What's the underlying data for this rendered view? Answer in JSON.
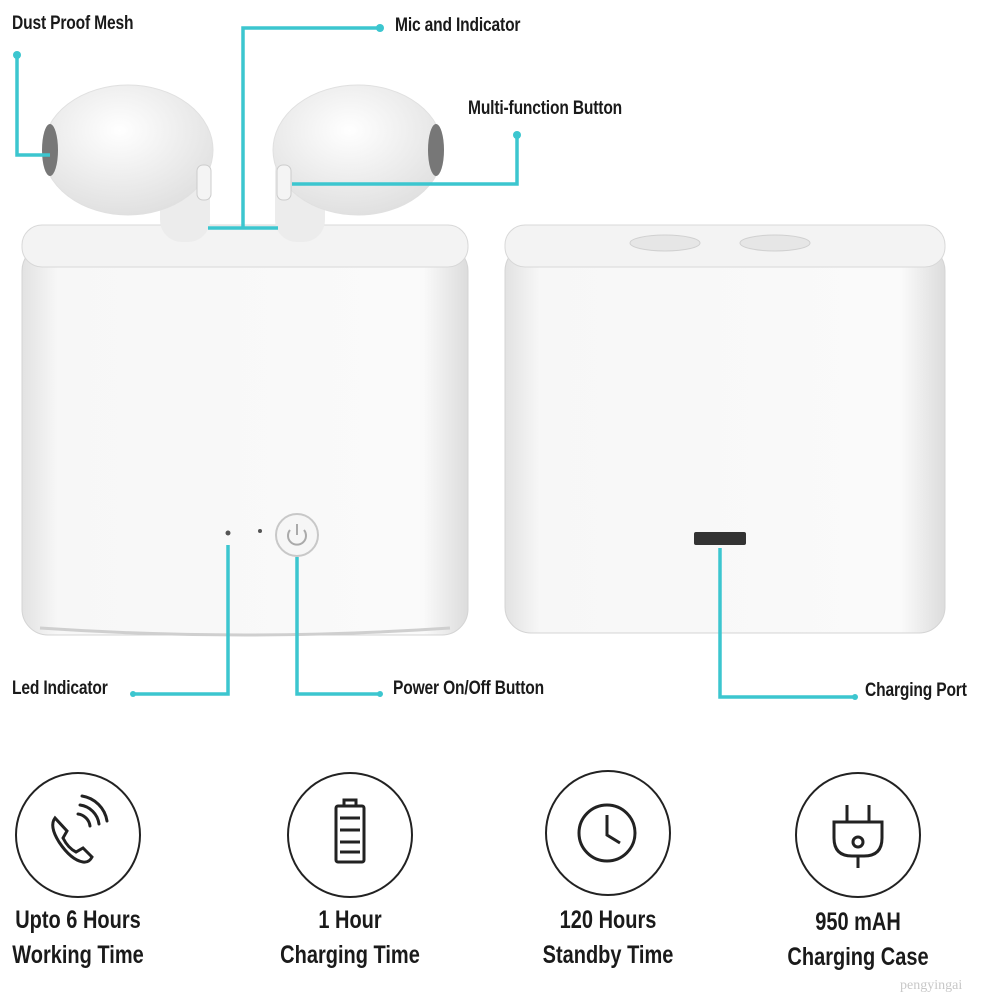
{
  "callouts": {
    "dust_proof_mesh": "Dust Proof Mesh",
    "mic_indicator": "Mic and Indicator",
    "multi_function_button": "Multi-function Button",
    "led_indicator": "Led Indicator",
    "power_button": "Power On/Off Button",
    "charging_port": "Charging Port"
  },
  "features": [
    {
      "icon": "phone-icon",
      "line1": "Upto 6 Hours",
      "line2": "Working Time"
    },
    {
      "icon": "battery-icon",
      "line1": "1 Hour",
      "line2": "Charging Time"
    },
    {
      "icon": "clock-icon",
      "line1": "120 Hours",
      "line2": "Standby Time"
    },
    {
      "icon": "plug-icon",
      "line1": "950 mAH",
      "line2": "Charging Case"
    }
  ],
  "watermark": "pengyingai",
  "colors": {
    "accent": "#3cc6cf",
    "text": "#1a1a1a"
  }
}
